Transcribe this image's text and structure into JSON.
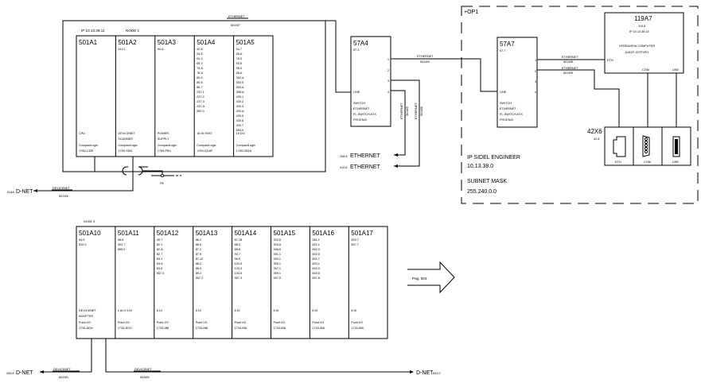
{
  "rack1": {
    "ip": "IP 10.13.38.11",
    "node": "NODE 1",
    "ethernet_label": "ETHERNET",
    "ethernet_cable": "501W7",
    "modules": [
      {
        "id": "501A1",
        "values": [],
        "desc": [
          "CPU",
          ""
        ],
        "family": "CompactLogix",
        "part": "1769-L32E"
      },
      {
        "id": "501A2",
        "values": [
          "510.1"
        ],
        "desc": [
          "DEVICENET",
          "SCANNER"
        ],
        "family": "CompactLogix",
        "part": "1769-SDN"
      },
      {
        "id": "501A3",
        "values": [
          "54.A"
        ],
        "desc": [
          "POWER",
          "SUPPLY"
        ],
        "family": "CompactLogix",
        "part": "1769-PB4"
      },
      {
        "id": "501A4",
        "values": [
          "42.8",
          "54.8",
          "61.3",
          "65.3",
          "74.A",
          "78.A",
          "80.5",
          "80.8",
          "86.7",
          "237.1",
          "237.2",
          "237.3",
          "237.A",
          "552.0"
        ],
        "desc": [
          "16 DI FAST",
          ""
        ],
        "family": "CompactLogix",
        "part": "1769-IQ16F"
      },
      {
        "id": "501A5",
        "values": [
          "54.7",
          "58.A",
          "78.3",
          "93.5",
          "98.3",
          "98.A",
          "302.A",
          "302.5",
          "304.A",
          "308.A",
          "430.1",
          "430.2",
          "430.3",
          "430.A",
          "430.5",
          "430.6",
          "430.7",
          "553.0"
        ],
        "desc": [
          "16 DO",
          ""
        ],
        "family": "CompactLogix",
        "part": "1769-OB16"
      }
    ],
    "devicenet_label": "DEVICENET",
    "devicenet_cable": "501W2",
    "dnet_ref": "514A",
    "dnet_text": "D-NET",
    "pe_label": "PE"
  },
  "switch1": {
    "id": "57A4",
    "sub": "57.3",
    "ports": [
      "1",
      "2",
      "3",
      "4"
    ],
    "line_label": "LINE",
    "desc": [
      "SWITCH",
      "ETHERNET",
      "FL-SWITCH-5TX",
      "PHOENIX"
    ],
    "port1_cable": [
      "ETHERNET",
      "501W4"
    ],
    "port3_cable": [
      "ETHERNET",
      "501W6"
    ],
    "port4_cable": [
      "ETHERNET",
      "501W5"
    ],
    "eth_out": [
      {
        "ref": "208.8",
        "text": "ETHERNET"
      },
      {
        "ref": "410.8",
        "text": "ETHERNET"
      }
    ]
  },
  "op1": {
    "label": "+OP1",
    "switch": {
      "id": "57A7",
      "sub": "57.7",
      "ports": [
        "1",
        "2",
        "3",
        "4"
      ],
      "line_label": "LINE",
      "desc": [
        "SWITCH",
        "ETHERNET",
        "FL-SWITCH-5TX",
        "PHOENIX"
      ],
      "port1_cable": [
        "ETHERNET",
        "501W8"
      ],
      "port2_cable": [
        "ETHERNET",
        "501W9"
      ]
    },
    "computer": {
      "id": "119A7",
      "sub": "119.8",
      "ip": "IP 10.13.38.14",
      "desc": "VERSAVIEW COMPUTER",
      "part": "6181P-15TPXPH",
      "eth": "ETH",
      "com": "COM",
      "usb": "USB"
    },
    "connector": {
      "id": "42X6",
      "sub": "42.8",
      "ports": [
        "ETH",
        "COM",
        "USB"
      ]
    },
    "ip_lines": [
      "IP SIDEL ENGINEER",
      "10.13.38.0",
      "SUBNET MASK",
      "255.240.0.0"
    ]
  },
  "rack2": {
    "title": "NODE 3",
    "modules": [
      {
        "id": "501A10",
        "values": [
          "54.5",
          "510.9"
        ],
        "desc": [
          "DEVICENET",
          "ADAPTER"
        ],
        "family": "Point I/O",
        "part": "1734-ADN"
      },
      {
        "id": "501A11",
        "values": [
          "98.8",
          "302.7",
          "555.0"
        ],
        "desc": [
          "2 AI    0÷10V",
          ""
        ],
        "family": "Point I/O",
        "part": "1734-IE2V"
      },
      {
        "id": "501A12",
        "values": [
          "45.7",
          "82.1",
          "82.A",
          "82.7",
          "83.1",
          "83.A",
          "83.8",
          "557.0"
        ],
        "desc": [
          "8 DI",
          ""
        ],
        "family": "Point I/O",
        "part": "1734-IB8"
      },
      {
        "id": "501A13",
        "values": [
          "86.2",
          "86.5",
          "87.2",
          "87.5",
          "87.12",
          "88.2",
          "88.5",
          "89.2",
          "557.2"
        ],
        "desc": [
          "8 DI",
          ""
        ],
        "family": "Point I/O",
        "part": "1734-IB8"
      },
      {
        "id": "501A14",
        "values": [
          "87.18",
          "88.3",
          "89.5",
          "93.7",
          "98.5",
          "104.5",
          "103.3",
          "103.5",
          "557.3"
        ],
        "desc": [
          "8 DI",
          ""
        ],
        "family": "Point I/O",
        "part": "1734-IB8"
      },
      {
        "id": "501A15",
        "values": [
          "302.6",
          "304.8",
          "308.6",
          "351.1",
          "353.1",
          "355.1",
          "357.1",
          "359.1",
          "557.5"
        ],
        "desc": [
          "8 DI",
          ""
        ],
        "family": "Point I/O",
        "part": "1734-IB8"
      },
      {
        "id": "501A16",
        "values": [
          "381.1",
          "452.1",
          "452.3",
          "452.5",
          "452.7",
          "453.1",
          "453.3",
          "453.5",
          "557.8"
        ],
        "desc": [
          "8 DI",
          ""
        ],
        "family": "Point I/O",
        "part": "1734-IB8"
      },
      {
        "id": "501A17",
        "values": [
          "453.7",
          "557.7"
        ],
        "desc": [
          "8 DI",
          ""
        ],
        "family": "Point I/O",
        "part": "1734-IB8"
      }
    ],
    "page_ref": "Pag. 503",
    "dnet_in": {
      "ref": "208.8",
      "text": "D-NET",
      "label": "DEVICENET",
      "cable": "501W1"
    },
    "dnet_out": {
      "ref": "503.0",
      "text": "D-NET",
      "label": "DEVICENET",
      "cable": "503W1"
    }
  }
}
